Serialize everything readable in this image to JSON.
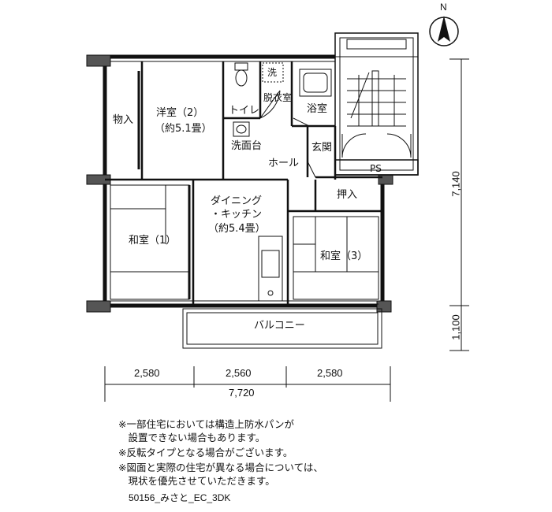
{
  "rooms": {
    "storage1": "物入",
    "western_room_name": "洋室（2）",
    "western_room_size": "（約5.1畳）",
    "toilet": "トイレ",
    "dressing": "脱衣室",
    "washer": "洗",
    "bath": "浴室",
    "washbasin": "洗面台",
    "entrance": "玄関",
    "hall": "ホール",
    "ps": "PS",
    "storage2": "押入",
    "dk_line1": "ダイニング",
    "dk_line2": "・キッチン",
    "dk_size": "（約5.4畳）",
    "japanese_room1": "和室（1）",
    "japanese_room3": "和室（3）",
    "balcony": "バルコニー"
  },
  "dimensions": {
    "horizontal": [
      "2,580",
      "2,560",
      "2,580"
    ],
    "total_width": "7,720",
    "vertical_main": "7,140",
    "vertical_balcony": "1,100"
  },
  "north_label": "N",
  "notes": [
    "※一部住宅においては構造上防水パンが",
    "　設置できない場合もあります。",
    "※反転タイプとなる場合がございます。",
    "※図面と実際の住宅が異なる場合については、",
    "　現状を優先させていただきます。"
  ],
  "plan_code": "50156_みさと_EC_3DK"
}
